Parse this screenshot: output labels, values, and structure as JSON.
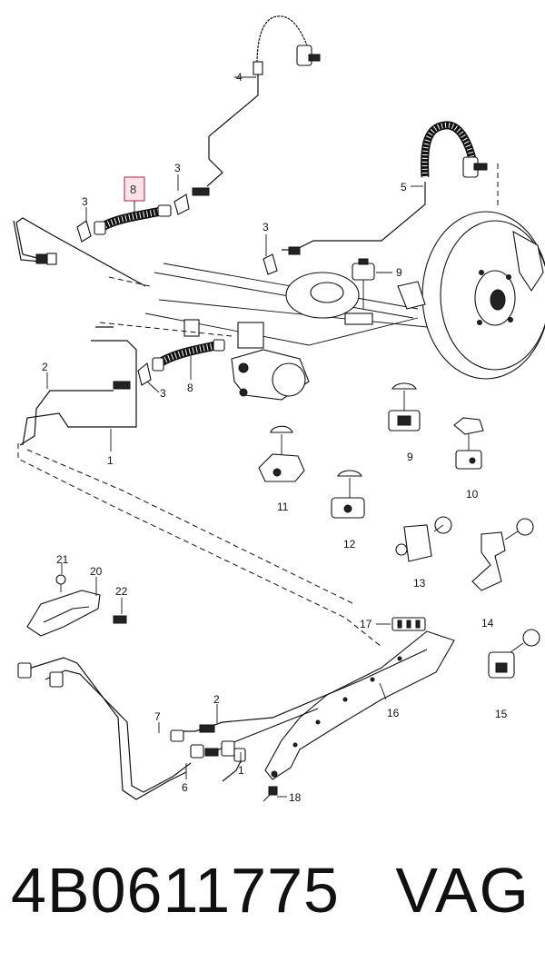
{
  "diagram": {
    "highlight_label": "8",
    "callouts": {
      "c1a": "1",
      "c1b": "1",
      "c2a": "2",
      "c2b": "2",
      "c3a": "3",
      "c3b": "3",
      "c3c": "3",
      "c3d": "3",
      "c4": "4",
      "c5": "5",
      "c6": "6",
      "c7": "7",
      "c8": "8",
      "c9a": "9",
      "c9b": "9",
      "c10": "10",
      "c11": "11",
      "c12": "12",
      "c13": "13",
      "c14": "14",
      "c15": "15",
      "c16": "16",
      "c17": "17",
      "c18": "18",
      "c20": "20",
      "c21": "21",
      "c22": "22"
    }
  },
  "footer": {
    "part_number": "4B0611775",
    "brand": "VAG"
  }
}
